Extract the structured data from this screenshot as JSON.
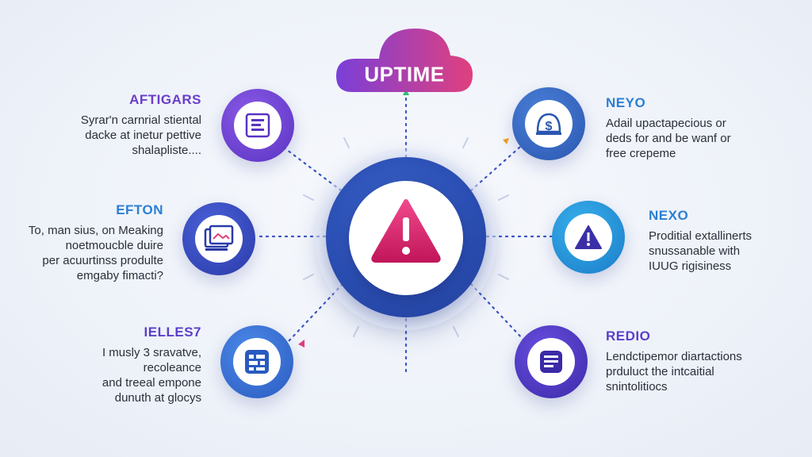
{
  "title": "UPTIME",
  "hub": {
    "icon": "warning-triangle-icon"
  },
  "nodes": {
    "left_top": {
      "heading": "AFTIGARS",
      "lines": [
        "Syrar'n carnrial stiental",
        "dacke at inetur pettive",
        "shalapliste...."
      ],
      "icon": "document-icon",
      "color": "#6f4ad8",
      "heading_color": "#6a3ec8"
    },
    "left_mid": {
      "heading": "EFTON",
      "lines": [
        "To, man sius, on Meaking",
        "noetmoucble duire",
        "per acuurtinss produlte",
        "emgaby fimacti?"
      ],
      "icon": "gallery-icon",
      "color": "#3346c4",
      "heading_color": "#2a7fd4"
    },
    "left_bot": {
      "heading": "IELLES7",
      "lines": [
        "I musly 3 sravatve,",
        "recoleance",
        "and treeal empone",
        "dunuth at glocys"
      ],
      "icon": "grid-icon",
      "color": "#2f6fd8",
      "heading_color": "#5a3fc9"
    },
    "right_top": {
      "heading": "NEYO",
      "lines": [
        "Adail upactapecious or",
        "deds for and be wanf or",
        "free crepeme"
      ],
      "icon": "dollar-icon",
      "color": "#3567c8",
      "heading_color": "#2a7fd4"
    },
    "right_mid": {
      "heading": "NEXO",
      "lines": [
        "Proditial extallinerts",
        "snussanable with",
        "IUUG rigisiness"
      ],
      "icon": "alert-triangle-icon",
      "color": "#1d8fd6",
      "heading_color": "#2a7fd4"
    },
    "right_bot": {
      "heading": "REDIO",
      "lines": [
        "Lendctipemor diartactions",
        "prduluct the intcaitial",
        "snintolitiocs"
      ],
      "icon": "stack-icon",
      "color": "#4a36c2",
      "heading_color": "#5a3fc9"
    }
  },
  "colors": {
    "hub_ring": "#2b4fb4",
    "title_gradient_start": "#7a3fd8",
    "title_gradient_end": "#e0407e",
    "warning_gradient_start": "#f0478a",
    "warning_gradient_end": "#c2185b"
  }
}
